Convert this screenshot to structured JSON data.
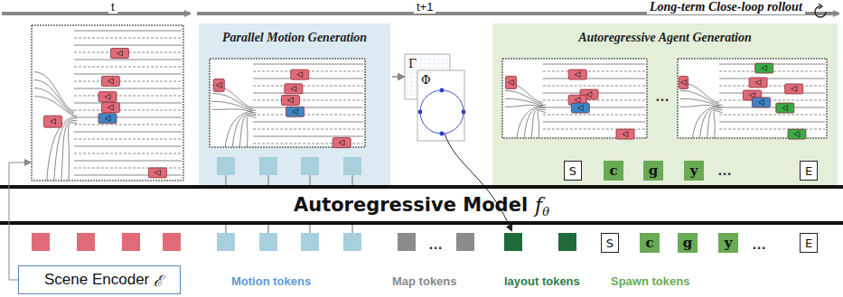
{
  "diagram": {
    "nodes": [
      {
        "text": [
          "Parallel Motion Generation"
        ]
      },
      {
        "text": [
          "Autoregressive Agent Generation"
        ]
      },
      {
        "text": [
          "Γ"
        ]
      },
      {
        "text": [
          "Φ"
        ]
      },
      {
        "text": [
          "S"
        ],
        "in": 1
      },
      {
        "text": [
          "c"
        ],
        "in": 1
      },
      {
        "text": [
          "g"
        ],
        "in": 1
      },
      {
        "text": [
          "y"
        ],
        "in": 1
      },
      {
        "text": [
          "E"
        ],
        "in": 1
      },
      {
        "text": [
          "Autoregressive Model",
          "f",
          "θ"
        ]
      },
      {
        "text": [
          "Scene Encoder",
          "ℰ"
        ]
      },
      {
        "text": [
          "S"
        ]
      },
      {
        "text": [
          "c"
        ]
      },
      {
        "text": [
          "g"
        ]
      },
      {
        "text": [
          "y"
        ]
      },
      {
        "text": [
          "E"
        ]
      }
    ],
    "edges": [
      {
        "from": 0,
        "to": 2,
        "arrow": "to"
      }
    ],
    "labels": [
      "t",
      "t+1",
      "Long-term Close-loop rollout",
      "…",
      "…",
      "…",
      "…",
      "Motion tokens",
      "Map tokens",
      "layout tokens",
      "Spawn tokens"
    ]
  }
}
